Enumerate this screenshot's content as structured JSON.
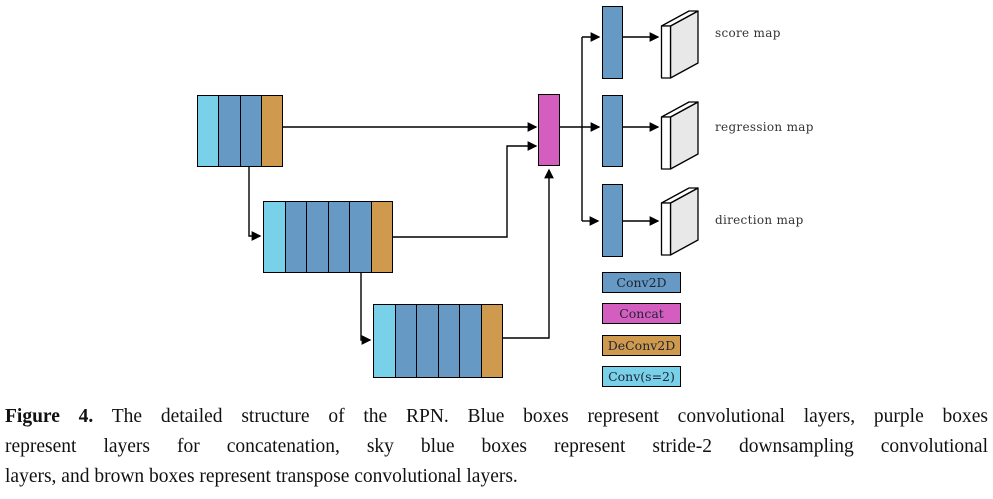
{
  "figure": {
    "colors": {
      "conv": "#6699c3",
      "concat": "#d45ec0",
      "deconv": "#cf9a4d",
      "conv_s2": "#79d0e9",
      "map_face": "#e8e8e8",
      "line": "#000000"
    },
    "groups": [
      {
        "name": "stage-1-conv-group",
        "cells": [
          "conv_s2",
          "conv",
          "conv",
          "deconv"
        ]
      },
      {
        "name": "stage-2-conv-group",
        "cells": [
          "conv_s2",
          "conv",
          "conv",
          "conv",
          "conv",
          "deconv"
        ]
      },
      {
        "name": "stage-3-conv-group",
        "cells": [
          "conv_s2",
          "conv",
          "conv",
          "conv",
          "conv",
          "deconv"
        ]
      }
    ],
    "concat_block": {
      "type": "concat"
    },
    "outputs": [
      {
        "label": "score map"
      },
      {
        "label": "regression map"
      },
      {
        "label": "direction map"
      }
    ],
    "legend": [
      {
        "label": "Conv2D",
        "type": "conv"
      },
      {
        "label": "Concat",
        "type": "concat"
      },
      {
        "label": "DeConv2D",
        "type": "deconv"
      },
      {
        "label": "Conv(s=2)",
        "type": "conv_s2"
      }
    ]
  },
  "caption": {
    "label": "Figure 4.",
    "lines": [
      "The detailed structure of the RPN. Blue boxes represent convolutional layers, purple boxes",
      "represent layers for concatenation, sky blue boxes represent stride-2 downsampling convolutional",
      "layers, and brown boxes represent transpose convolutional layers."
    ]
  }
}
